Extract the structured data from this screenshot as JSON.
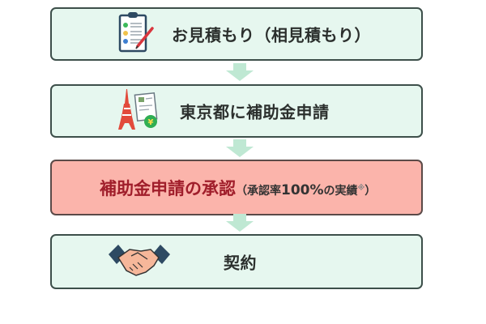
{
  "flow": {
    "steps": [
      {
        "label": "お見積もり（相見積もり）",
        "icon": "clipboard-checklist-icon",
        "style": "normal"
      },
      {
        "label": "東京都に補助金申請",
        "icon": "tokyo-tower-document-yen-icon",
        "style": "normal"
      },
      {
        "label": "補助金申請の承認",
        "sub_open": "（",
        "sub_text": "承認率",
        "sub_value": "100%",
        "sub_tail": "の実績",
        "sub_note": "※",
        "sub_close": "）",
        "icon": null,
        "style": "highlight"
      },
      {
        "label": "契約",
        "icon": "handshake-icon",
        "style": "normal"
      }
    ],
    "arrow_icon": "down-arrow-icon"
  },
  "colors": {
    "box_fill": "#e6f7ef",
    "box_border": "#3d4f4a",
    "highlight_fill": "#fbb4ab",
    "highlight_text": "#a01e2b",
    "arrow": "#bfe8d3"
  }
}
